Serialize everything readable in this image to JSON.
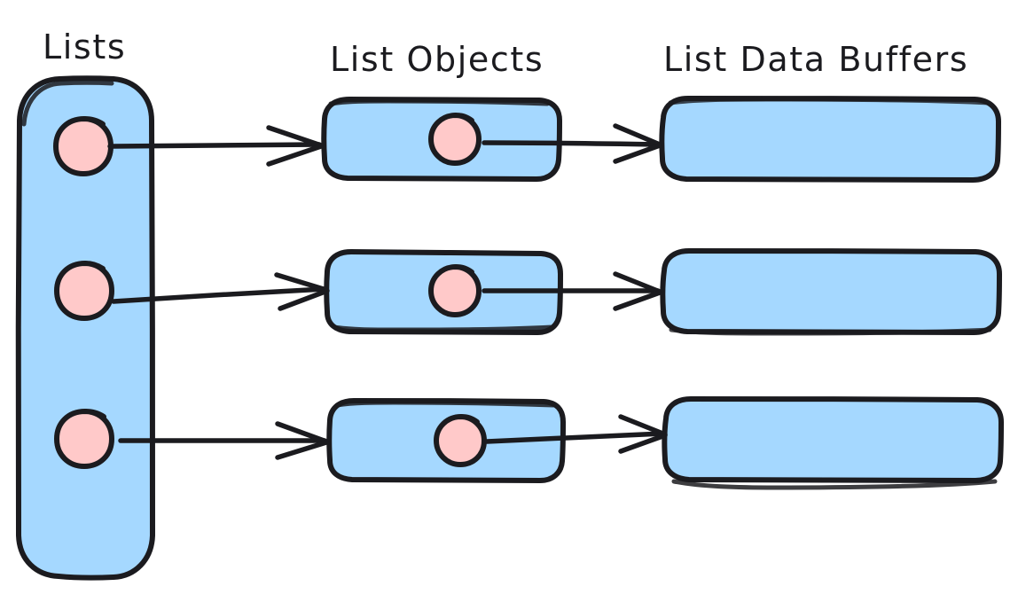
{
  "diagram": {
    "title": "Lists / List Objects / List Data Buffers",
    "background_color": "#ffffff",
    "style": "hand-drawn",
    "colors": {
      "stroke": "#1b1b1f",
      "container_fill": "#A5D8FF",
      "box_fill": "#A5D8FF",
      "pointer_fill": "#FFC9C9"
    },
    "columns": [
      {
        "id": "lists",
        "heading": "Lists",
        "kind": "container",
        "item_count": 3
      },
      {
        "id": "list-objects",
        "heading": "List Objects",
        "kind": "boxes",
        "item_count": 3
      },
      {
        "id": "list-data-buffers",
        "heading": "List Data Buffers",
        "kind": "boxes",
        "item_count": 3
      }
    ],
    "rows": [
      {
        "index": 1,
        "lists_pointer": "pointer-1",
        "list_object": "list-object-1",
        "object_pointer": "object-pointer-1",
        "data_buffer": "data-buffer-1"
      },
      {
        "index": 2,
        "lists_pointer": "pointer-2",
        "list_object": "list-object-2",
        "object_pointer": "object-pointer-2",
        "data_buffer": "data-buffer-2"
      },
      {
        "index": 3,
        "lists_pointer": "pointer-3",
        "list_object": "list-object-3",
        "object_pointer": "object-pointer-3",
        "data_buffer": "data-buffer-3"
      }
    ],
    "arrows": [
      {
        "id": "arrow-list-to-object-1",
        "from": "pointer-1",
        "to": "list-object-1"
      },
      {
        "id": "arrow-list-to-object-2",
        "from": "pointer-2",
        "to": "list-object-2"
      },
      {
        "id": "arrow-list-to-object-3",
        "from": "pointer-3",
        "to": "list-object-3"
      },
      {
        "id": "arrow-object-to-buffer-1",
        "from": "object-pointer-1",
        "to": "data-buffer-1"
      },
      {
        "id": "arrow-object-to-buffer-2",
        "from": "object-pointer-2",
        "to": "data-buffer-2"
      },
      {
        "id": "arrow-object-to-buffer-3",
        "from": "object-pointer-3",
        "to": "data-buffer-3"
      }
    ]
  }
}
